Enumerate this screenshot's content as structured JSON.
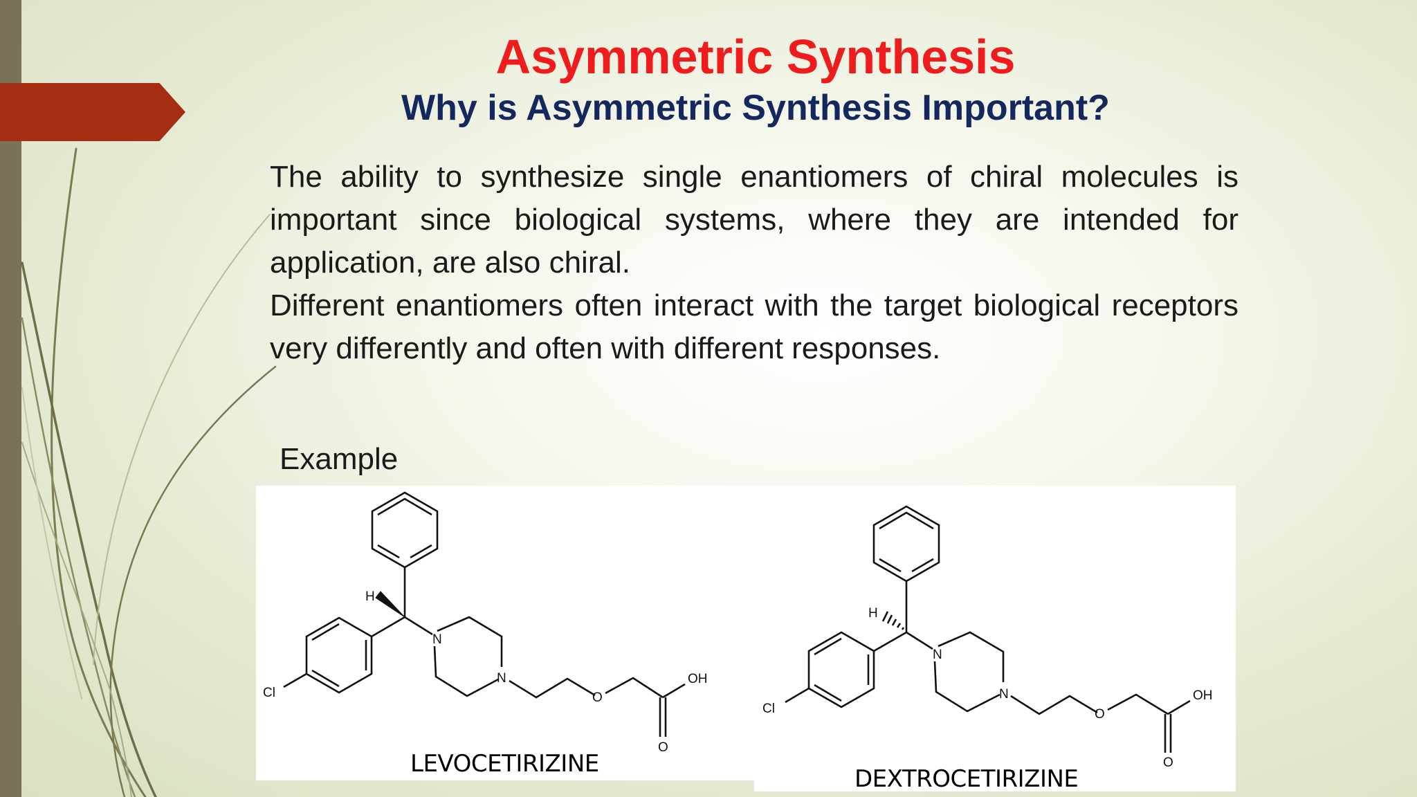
{
  "slide": {
    "title": "Asymmetric Synthesis",
    "subtitle": "Why is Asymmetric Synthesis Important?",
    "paragraphs": [
      "The ability to synthesize single enantiomers of chiral molecules is important since biological systems, where they are intended for application, are also chiral.",
      "Different enantiomers often interact with the target biological receptors very differently and often with different responses."
    ],
    "example_label": "Example",
    "colors": {
      "title": "#ee1c1c",
      "subtitle": "#14285e",
      "accent_tab": "#a52d14",
      "left_bar": "#7a7159"
    }
  },
  "molecules": [
    {
      "name": "LEVOCETIRIZINE",
      "atoms": [
        "H",
        "N",
        "N",
        "O",
        "OH",
        "O",
        "Cl"
      ],
      "stereo_bond": "wedge"
    },
    {
      "name": "DEXTROCETIRIZINE",
      "atoms": [
        "H",
        "N",
        "N",
        "O",
        "OH",
        "O",
        "Cl"
      ],
      "stereo_bond": "hash"
    }
  ]
}
